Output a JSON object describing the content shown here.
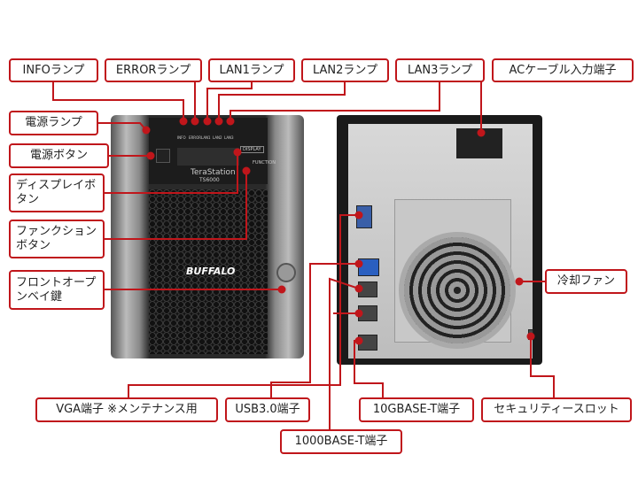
{
  "labels": {
    "info_lamp": "INFOランプ",
    "error_lamp": "ERRORランプ",
    "lan1_lamp": "LAN1ランプ",
    "lan2_lamp": "LAN2ランプ",
    "lan3_lamp": "LAN3ランプ",
    "ac_input": "ACケーブル入力端子",
    "power_lamp": "電源ランプ",
    "power_button": "電源ボタン",
    "display_button": "ディスプレイボタン",
    "function_button": "ファンクションボタン",
    "front_bay_key": "フロントオープンベイ鍵",
    "cooling_fan": "冷却ファン",
    "vga_port": "VGA端子 ※メンテナンス用",
    "usb_port": "USB3.0端子",
    "tenG_port": "10GBASE-T端子",
    "security_slot": "セキュリティースロット",
    "oneG_port": "1000BASE-T端子"
  },
  "device": {
    "model_name": "TeraStation",
    "model_number": "TS6000",
    "brand": "BUFFALO",
    "display_btn": "DISPLAY",
    "function_btn": "FUNCTION",
    "led_labels": [
      "INFO",
      "ERROR",
      "LAN1",
      "LAN2",
      "LAN3"
    ]
  },
  "colors": {
    "accent": "#c0161b"
  }
}
